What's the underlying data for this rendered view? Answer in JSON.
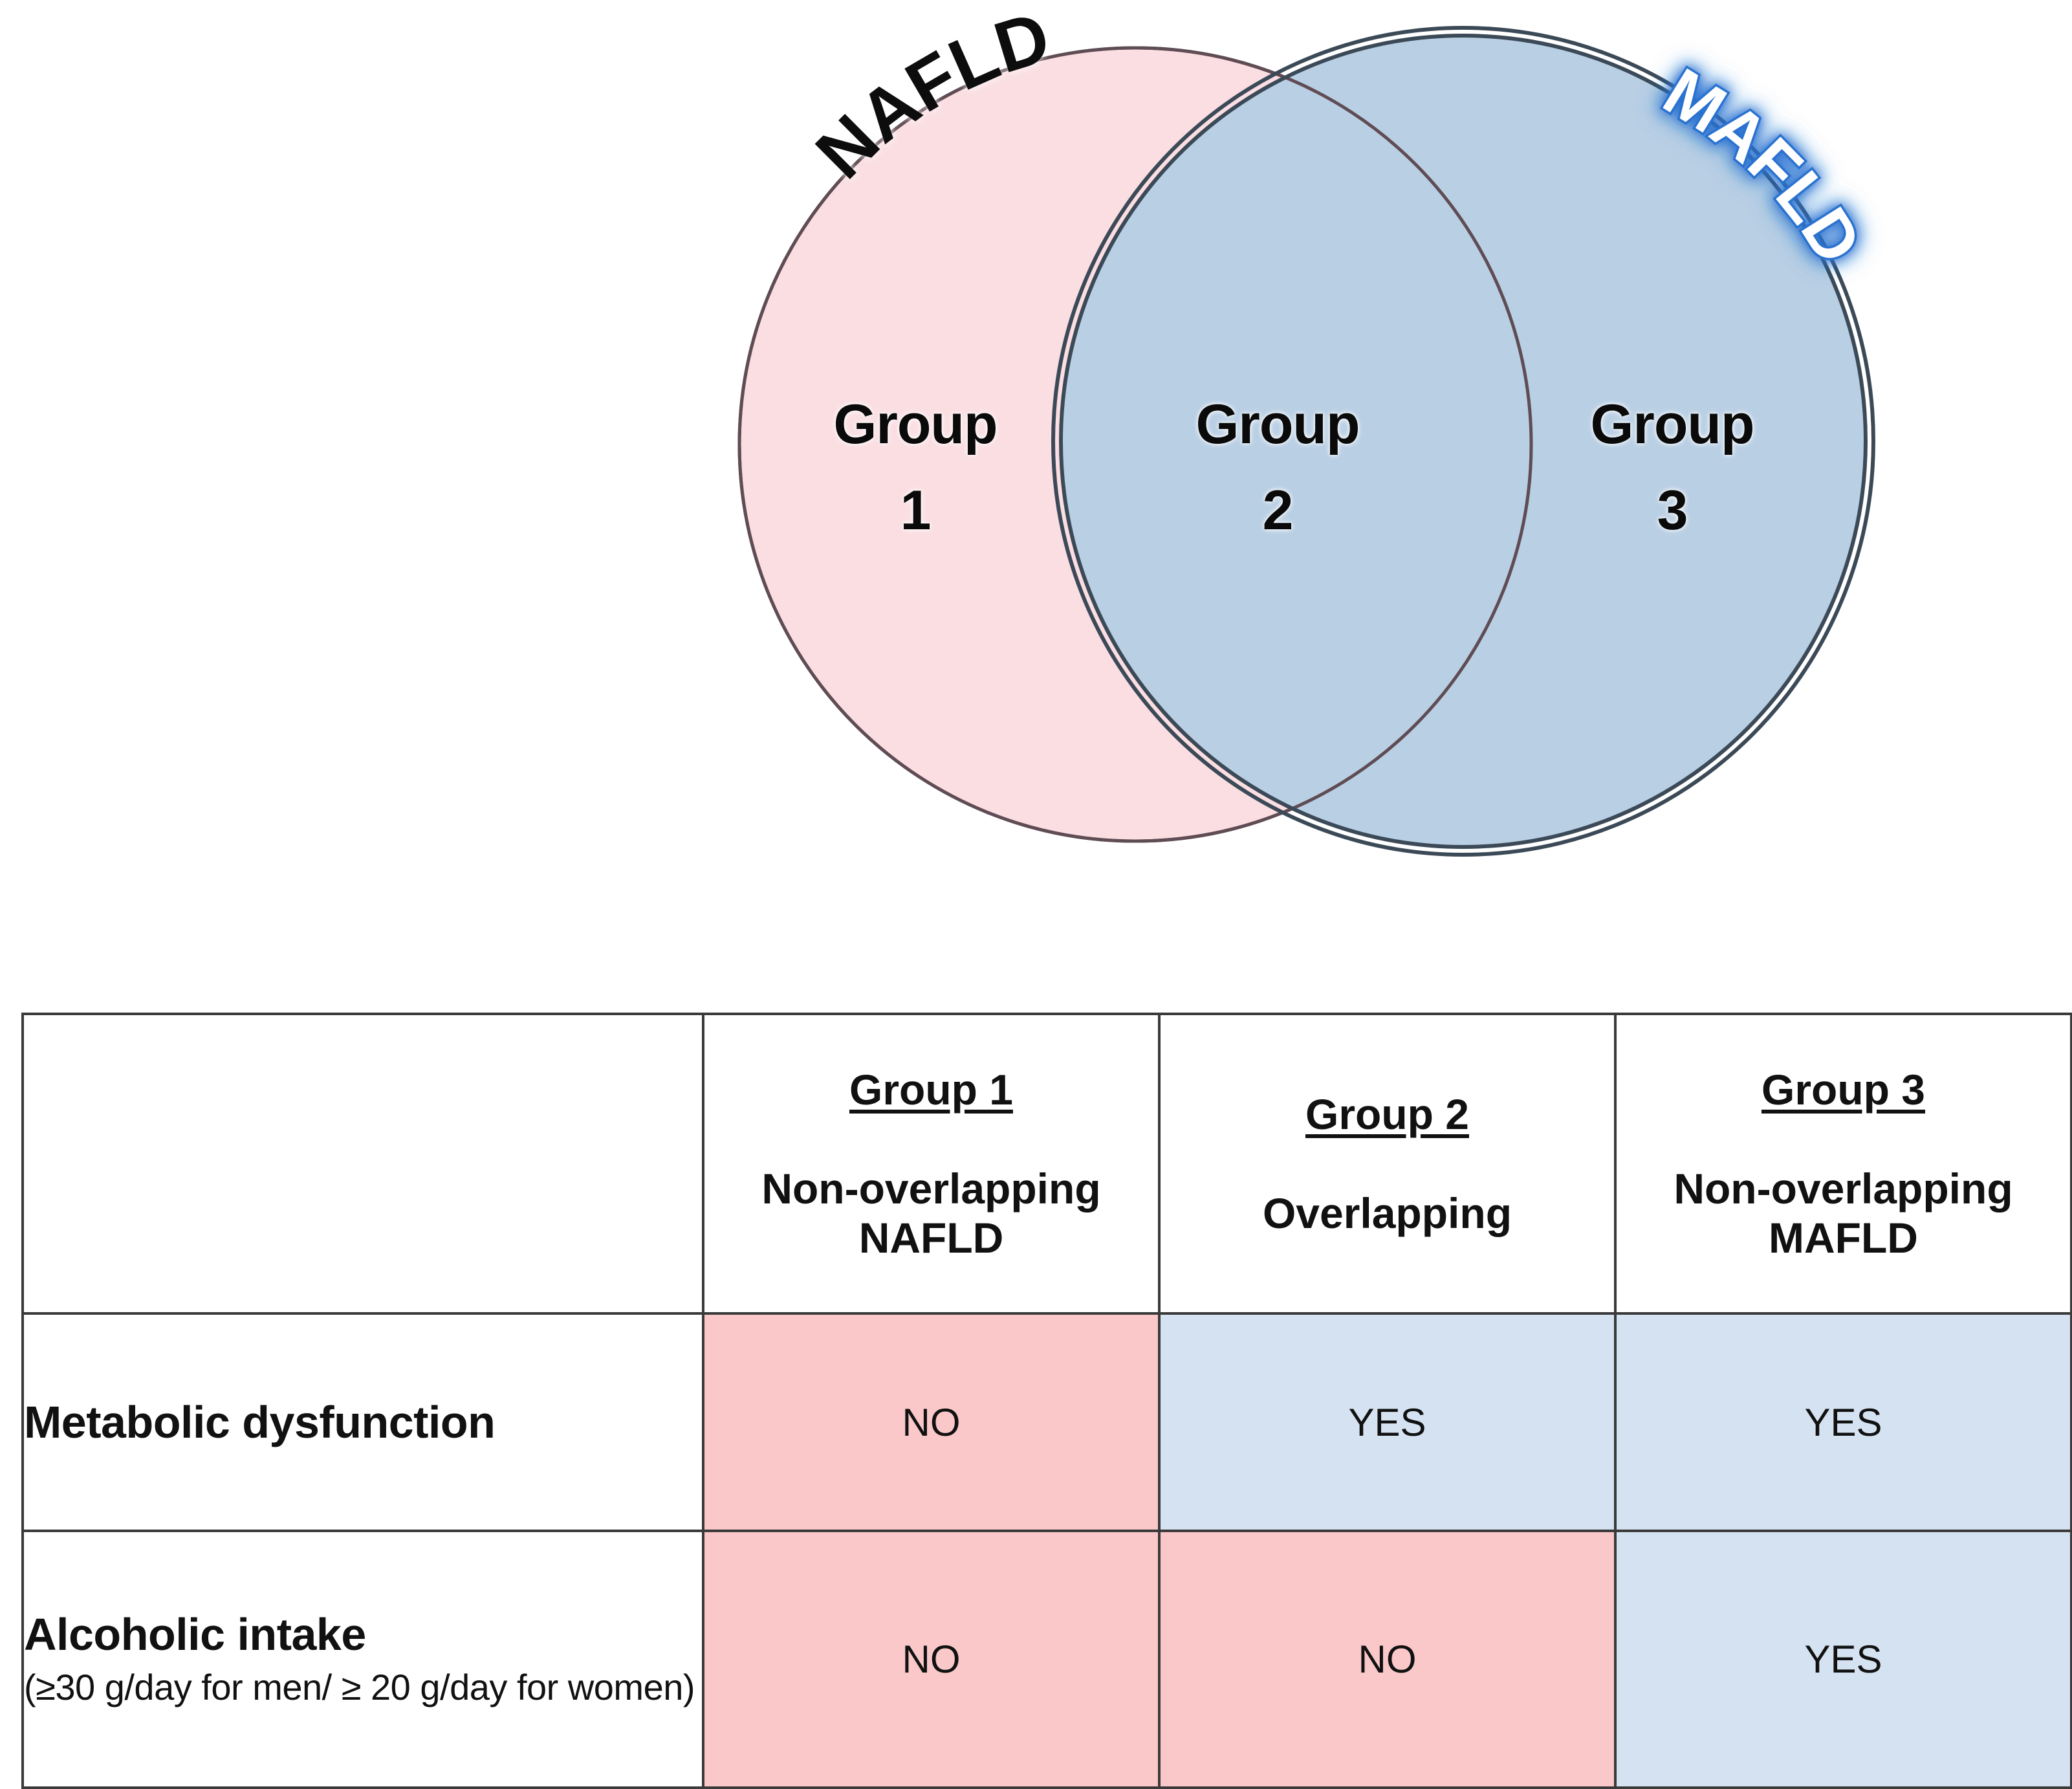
{
  "figure": {
    "venn": {
      "left_circle": {
        "title": "NAFLD",
        "title_style": "black-bold-white-outline",
        "fill": "#fadee2",
        "stroke": "#5a4850"
      },
      "right_circle": {
        "title": "MAFLD",
        "title_style": "white-bold-blue-glow",
        "fill": "#b9cfe4",
        "stroke": "#3c4a58"
      },
      "overlap": {
        "fill": "#cbadc4"
      },
      "regions": [
        {
          "id": "group-1",
          "label": "Group\n1"
        },
        {
          "id": "group-2",
          "label": "Group\n2"
        },
        {
          "id": "group-3",
          "label": "Group\n3"
        }
      ]
    }
  },
  "table": {
    "columns": [
      {
        "id": "row-label",
        "group": "",
        "subtitle": ""
      },
      {
        "id": "group-1",
        "group": "Group 1",
        "subtitle": "Non-overlapping\nNAFLD"
      },
      {
        "id": "group-2",
        "group": "Group 2",
        "subtitle": "Overlapping"
      },
      {
        "id": "group-3",
        "group": "Group 3",
        "subtitle": "Non-overlapping\nMAFLD"
      }
    ],
    "rows": [
      {
        "id": "metabolic-dysfunction",
        "title": "Metabolic dysfunction",
        "subtitle": "",
        "cells": [
          {
            "value": "NO",
            "fill": "#fac8c8"
          },
          {
            "value": "YES",
            "fill": "#d5e2f1"
          },
          {
            "value": "YES",
            "fill": "#d5e2f1"
          }
        ]
      },
      {
        "id": "alcoholic-intake",
        "title": "Alcoholic intake",
        "subtitle": "(≥30 g/day for men/ ≥ 20 g/day for women)",
        "cells": [
          {
            "value": "NO",
            "fill": "#fac8c8"
          },
          {
            "value": "NO",
            "fill": "#fac8c8"
          },
          {
            "value": "YES",
            "fill": "#d5e2f1"
          }
        ]
      }
    ]
  },
  "colors": {
    "pink_fill": "#fadee2",
    "blue_fill": "#b9cfe4",
    "overlap_fill": "#cbadc4",
    "cell_pink": "#fac8c8",
    "cell_blue": "#d5e2f1",
    "border": "#3a3a3a"
  }
}
